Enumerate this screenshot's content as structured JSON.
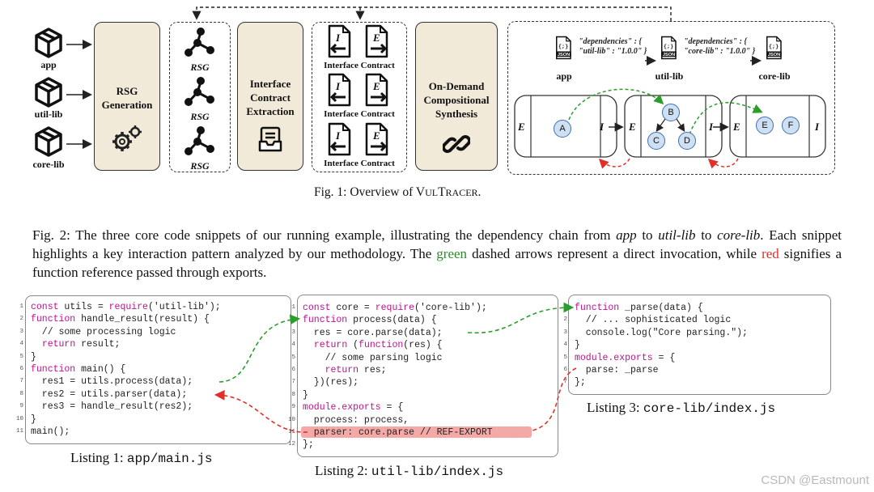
{
  "fig1": {
    "packages": [
      "app",
      "util-lib",
      "core-lib"
    ],
    "rsg_generation": [
      "RSG",
      "Generation"
    ],
    "rsg_labels": [
      "RSG",
      "RSG",
      "RSG"
    ],
    "extraction": [
      "Interface",
      "Contract",
      "Extraction"
    ],
    "contracts": [
      "Interface Contract",
      "Interface Contract",
      "Interface Contract"
    ],
    "synthesis": [
      "On-Demand",
      "Compositional",
      "Synthesis"
    ],
    "dep1": [
      "\"dependencies\" : {",
      "\"util-lib\" : \"1.0.0\" }"
    ],
    "dep2": [
      "\"dependencies\" : {",
      "\"core-lib\" : \"1.0.0\" }"
    ],
    "json_pkgs": [
      "app",
      "util-lib",
      "core-lib"
    ],
    "json_text": "JSON",
    "nodes": [
      "A",
      "B",
      "C",
      "D",
      "E",
      "F"
    ],
    "E": "E",
    "I": "I",
    "caption_prefix": "Fig. 1: Overview of ",
    "caption_name_big1": "V",
    "caption_name_small1": "UL",
    "caption_name_big2": "T",
    "caption_name_small2": "RACER",
    "caption_end": "."
  },
  "fig2": {
    "p1": "Fig. 2: The three core code snippets of our running example, illustrating the dependency chain from ",
    "p_app": "app",
    "p2": " to ",
    "p_util": "util-lib",
    "p3": " to ",
    "p_core": "core-lib",
    "p4": ". Each snippet highlights a key interaction pattern analyzed by our methodology. The ",
    "p_green": "green",
    "p5": " dashed arrows represent a direct invocation, while ",
    "p_red": "red",
    "p6": " signifies a function reference passed through exports."
  },
  "listing1": {
    "caption_prefix": "Listing 1: ",
    "caption_file": "app/main.js",
    "lines": [
      [
        [
          "kw",
          "const"
        ],
        [
          "t",
          " utils = "
        ],
        [
          "kw",
          "require"
        ],
        [
          "t",
          "('util-lib');"
        ]
      ],
      [
        [
          "kw",
          "function"
        ],
        [
          "t",
          " handle_result(result) {"
        ]
      ],
      [
        [
          "t",
          "  // some processing logic"
        ]
      ],
      [
        [
          "t",
          "  "
        ],
        [
          "kw",
          "return"
        ],
        [
          "t",
          " result;"
        ]
      ],
      [
        [
          "t",
          "}"
        ]
      ],
      [
        [
          "kw",
          "function"
        ],
        [
          "t",
          " main() {"
        ]
      ],
      [
        [
          "t",
          "  res1 = utils.process(data);"
        ]
      ],
      [
        [
          "t",
          "  res2 = utils.parser(data);"
        ]
      ],
      [
        [
          "t",
          "  res3 = handle_result(res2);"
        ]
      ],
      [
        [
          "t",
          "}"
        ]
      ],
      [
        [
          "t",
          "main();"
        ]
      ]
    ]
  },
  "listing2": {
    "caption_prefix": "Listing 2: ",
    "caption_file": "util-lib/index.js",
    "lines": [
      [
        [
          "kw",
          "const"
        ],
        [
          "t",
          " core = "
        ],
        [
          "kw",
          "require"
        ],
        [
          "t",
          "('core-lib');"
        ]
      ],
      [
        [
          "kw",
          "function"
        ],
        [
          "t",
          " process(data) {"
        ]
      ],
      [
        [
          "t",
          "  res = core.parse(data);"
        ]
      ],
      [
        [
          "t",
          "  "
        ],
        [
          "kw",
          "return"
        ],
        [
          "t",
          " ("
        ],
        [
          "kw",
          "function"
        ],
        [
          "t",
          "(res) {"
        ]
      ],
      [
        [
          "t",
          "    // some parsing logic"
        ]
      ],
      [
        [
          "t",
          "    "
        ],
        [
          "kw",
          "return"
        ],
        [
          "t",
          " res;"
        ]
      ],
      [
        [
          "t",
          "  })(res);"
        ]
      ],
      [
        [
          "t",
          "}"
        ]
      ],
      [
        [
          "kw",
          "module.exports"
        ],
        [
          "t",
          " = {"
        ]
      ],
      [
        [
          "t",
          "  process: process,"
        ]
      ],
      [
        [
          "t",
          "  parser: core.parse // REF-EXPORT"
        ]
      ],
      [
        [
          "t",
          "};"
        ]
      ]
    ]
  },
  "listing3": {
    "caption_prefix": "Listing 3: ",
    "caption_file": "core-lib/index.js",
    "lines": [
      [
        [
          "kw",
          "function"
        ],
        [
          "t",
          " _parse(data) {"
        ]
      ],
      [
        [
          "t",
          "  // ... sophisticated logic"
        ]
      ],
      [
        [
          "t",
          "  console.log(\"Core parsing.\");"
        ]
      ],
      [
        [
          "t",
          "}"
        ]
      ],
      [
        [
          "kw",
          "module.exports"
        ],
        [
          "t",
          " = {"
        ]
      ],
      [
        [
          "t",
          "  parse: _parse"
        ]
      ],
      [
        [
          "t",
          "};"
        ]
      ]
    ]
  },
  "colors": {
    "green_arrow": "#2a9d2a",
    "red_arrow": "#e0302b",
    "keyword": "#c0108f",
    "highlight": "#f5a9a6",
    "tan": "#f1ead9",
    "node_fill": "#cfe0f3",
    "node_stroke": "#3e6fb5"
  },
  "watermark": "CSDN @Eastmount"
}
